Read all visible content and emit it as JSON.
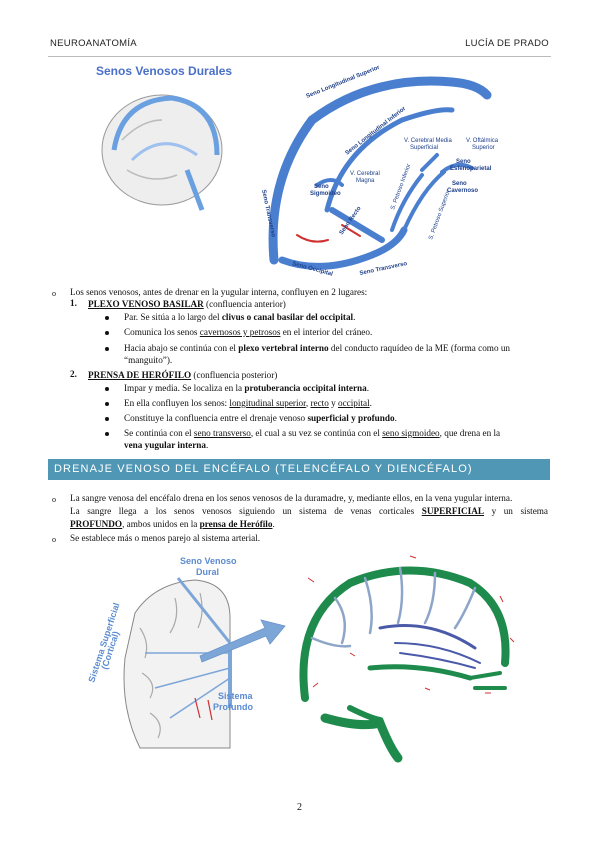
{
  "header": {
    "left": "NEUROANATOMÍA",
    "right": "LUCÍA DE PRADO"
  },
  "figure1": {
    "title": "Senos Venosos Durales",
    "labels": {
      "longitudinal_superior": "Seno Longitudinal Superior",
      "longitudinal_inferior": "Seno Longitudinal Inferior",
      "cerebral_media_1": "V. Cerebral Media",
      "cerebral_media_2": "Superficial",
      "oftalmica_1": "V. Oftálmica",
      "oftalmica_2": "Superior",
      "esfenoparietal_1": "Seno",
      "esfenoparietal_2": "Esfenoparietal",
      "cerebral_magna_1": "V. Cerebral",
      "cerebral_magna_2": "Magna",
      "sigmoideo_1": "Seno",
      "sigmoideo_2": "Sigmoideo",
      "recto": "Seno Recto",
      "transverso_left": "Seno Transverso",
      "petroso_sup": "S. Petroso Superior",
      "petroso_inf": "S. Petroso Inferior",
      "cavernoso_1": "Seno",
      "cavernoso_2": "Cavernoso",
      "occipital": "Seno Occipital",
      "transverso_bottom": "Seno Transverso"
    }
  },
  "intro": {
    "bullet": "o",
    "text": "Los senos venosos, antes de drenar en la yugular interna, confluyen en 2 lugares:"
  },
  "item1": {
    "num": "1.",
    "title": "PLEXO VENOSO BASILAR",
    "suffix": " (confluencia anterior)",
    "b1_pre": "Par. Se sitúa a lo largo del ",
    "b1_bold": "clivus o canal basilar del occipital",
    "b1_post": ".",
    "b2_pre": "Comunica los senos ",
    "b2_u": "cavernosos y petrosos",
    "b2_post": " en el interior del cráneo.",
    "b3_pre": "Hacia abajo se continúa con el ",
    "b3_bold": "plexo vertebral interno",
    "b3_post": " del conducto raquídeo de la ME (forma como un",
    "b3_line2": "“manguito”)."
  },
  "item2": {
    "num": "2.",
    "title": "PRENSA DE HERÓFILO",
    "suffix": " (confluencia posterior)",
    "b1_pre": "Impar y media. Se localiza en la ",
    "b1_bold": "protuberancia occipital interna",
    "b1_post": ".",
    "b2_pre": "En ella confluyen los senos: ",
    "b2_u1": "longitudinal superior",
    "b2_mid": ", ",
    "b2_u2": "recto",
    "b2_mid2": " y ",
    "b2_u3": "occipital",
    "b2_post": ".",
    "b3_pre": "Constituye la confluencia entre el drenaje venoso ",
    "b3_bold": "superficial y profundo",
    "b3_post": ".",
    "b4_pre": "Se continúa con el ",
    "b4_u1": "seno transverso",
    "b4_mid": ", el cual a su vez se continúa con el ",
    "b4_u2": "seno sigmoideo",
    "b4_post": ", que drena en la",
    "b4_line2": "vena yugular interna",
    "b4_line2_post": "."
  },
  "section": {
    "title": "DRENAJE VENOSO DEL ENCÉFALO (TELENCÉFALO Y DIENCÉFALO)"
  },
  "drain": {
    "bullet": "o",
    "l1": "La sangre venosa del encéfalo drena en los senos venosos de la duramadre, y, mediante ellos, en la vena yugular interna.",
    "l2_pre": "La sangre llega a los senos venosos siguiendo un sistema de venas corticales ",
    "l2_u1": "SUPERFICIAL",
    "l2_post": " y un sistema",
    "l3_u": "PROFUNDO",
    "l3_mid": ", ambos unidos en la ",
    "l3_u2": "prensa de Herófilo",
    "l3_post": ".",
    "l4": "Se establece más o menos parejo al sistema arterial."
  },
  "figure2": {
    "seno_dural_1": "Seno Venoso",
    "seno_dural_2": "Dural",
    "superficial_1": "Sistema Superficial",
    "superficial_2": "(Cortical)",
    "profundo_1": "Sistema",
    "profundo_2": "Profundo"
  },
  "page_number": "2",
  "colors": {
    "bar": "#4f97b5",
    "vein_blue": "#4a7fd0",
    "vein_green": "#1e8a4c"
  }
}
